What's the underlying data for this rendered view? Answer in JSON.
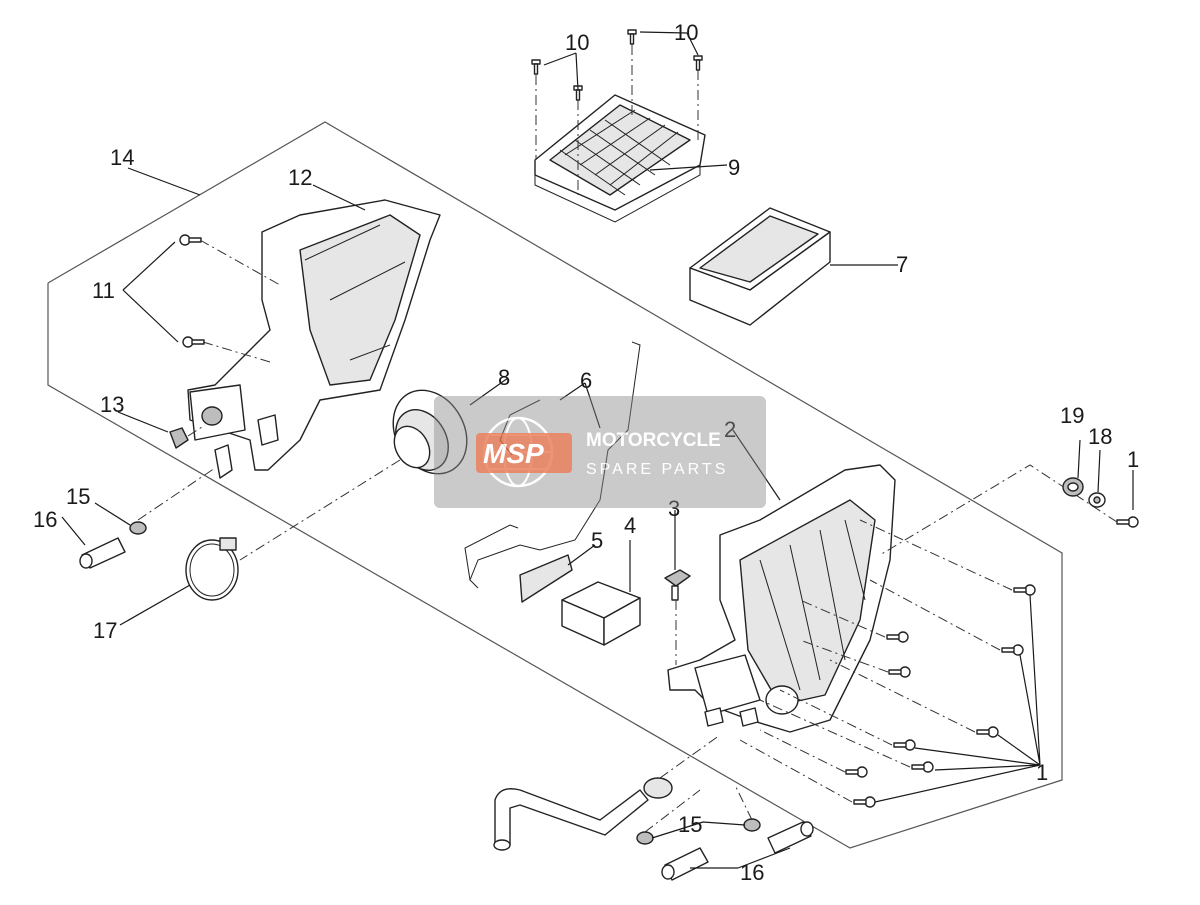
{
  "diagram": {
    "callouts": [
      "1",
      "2",
      "3",
      "4",
      "5",
      "6",
      "7",
      "8",
      "9",
      "10",
      "11",
      "12",
      "13",
      "14",
      "15",
      "16",
      "17",
      "18",
      "19"
    ]
  },
  "watermark": {
    "logo": "MSP",
    "line1": "MOTORCYCLE",
    "line2": "SPARE PARTS",
    "accent_color": "#e8663c"
  }
}
